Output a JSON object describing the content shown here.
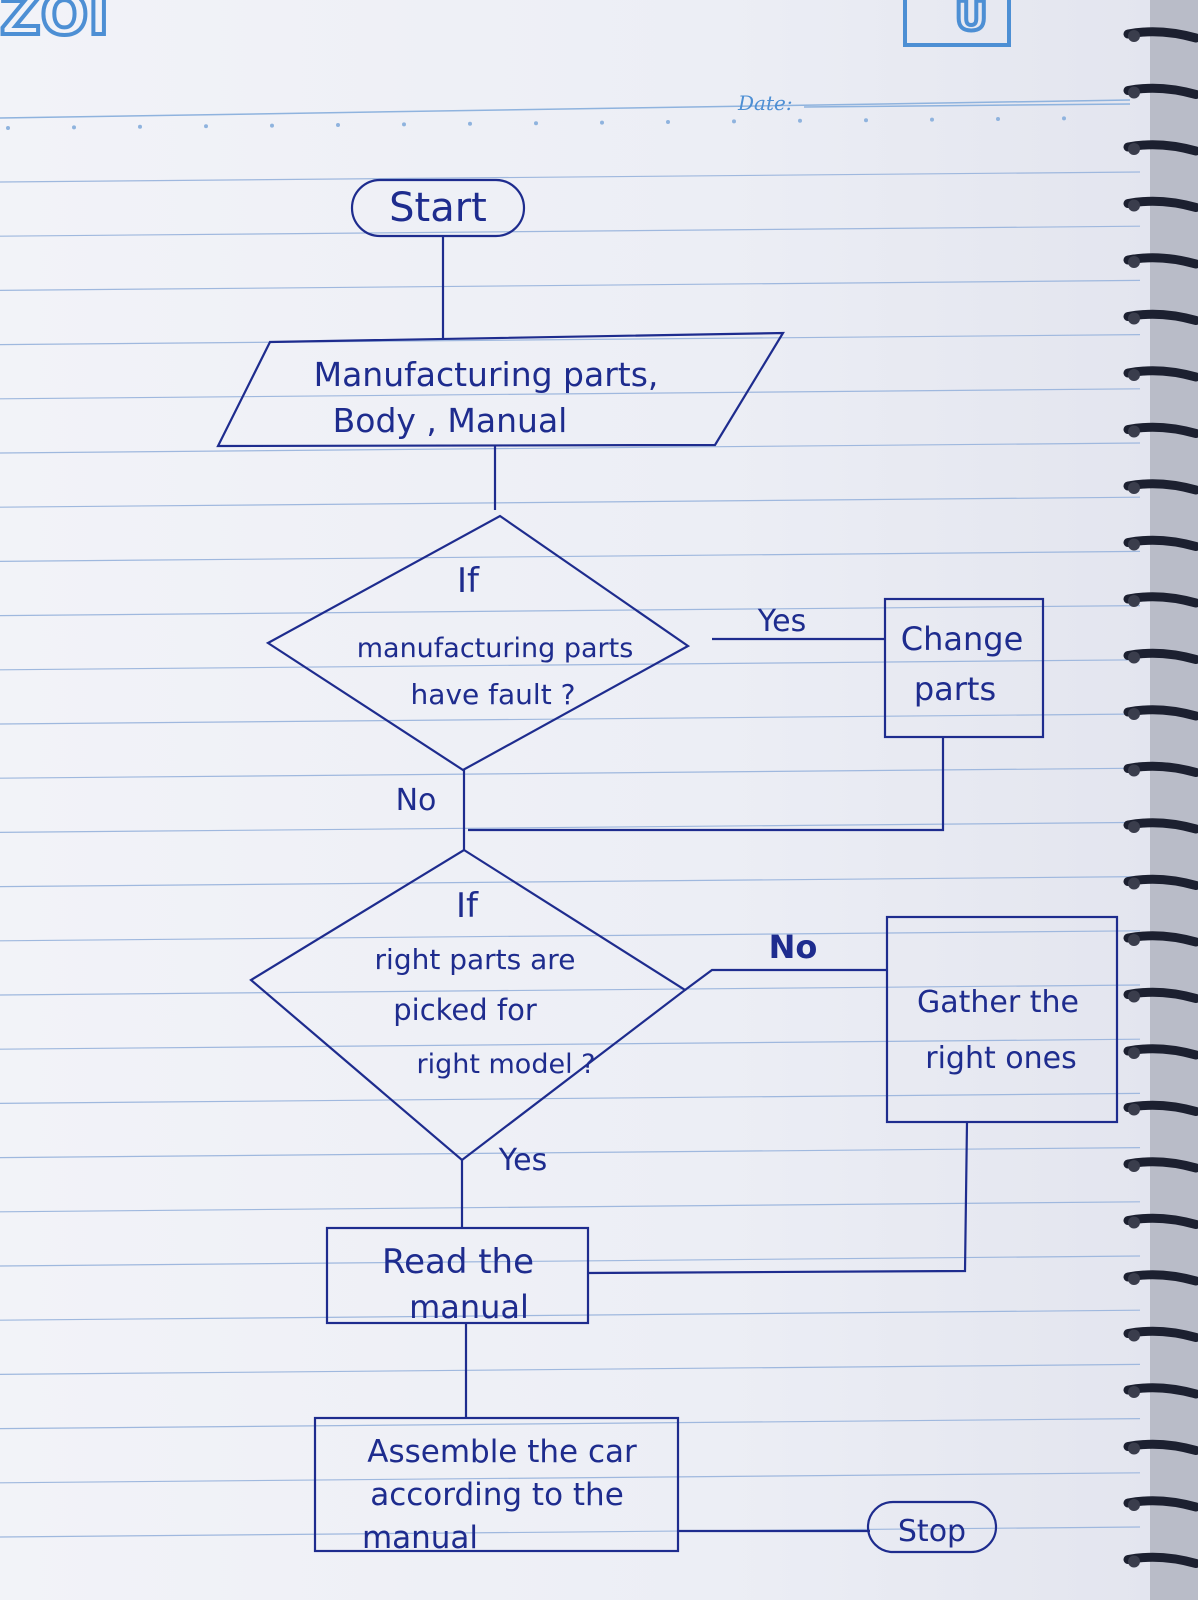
{
  "notebook": {
    "header_brand_left": "ZOI",
    "header_brand_right": "U",
    "date_label": "Date:"
  },
  "flowchart": {
    "start": "Start",
    "input": [
      "Manufacturing parts,",
      "Body , Manual"
    ],
    "decision1": [
      "If",
      "manufacturing parts",
      "have fault ?"
    ],
    "decision1_yes": "Yes",
    "decision1_no": "No",
    "change_parts": [
      "Change",
      "parts"
    ],
    "decision2": [
      "If",
      "right parts are",
      "picked for",
      "right model ?"
    ],
    "decision2_no": "No",
    "decision2_yes": "Yes",
    "gather": [
      "Gather the",
      "right ones"
    ],
    "read_manual": [
      "Read the",
      "manual"
    ],
    "assemble": [
      "Assemble the car",
      "according to the",
      "manual"
    ],
    "stop": "Stop"
  },
  "colors": {
    "ink": "#1e2c8e",
    "rule_line": "#9fb8de",
    "date_blue": "#4d8fd4",
    "paper": "#eef0f6",
    "spiral": "#1c2030"
  }
}
